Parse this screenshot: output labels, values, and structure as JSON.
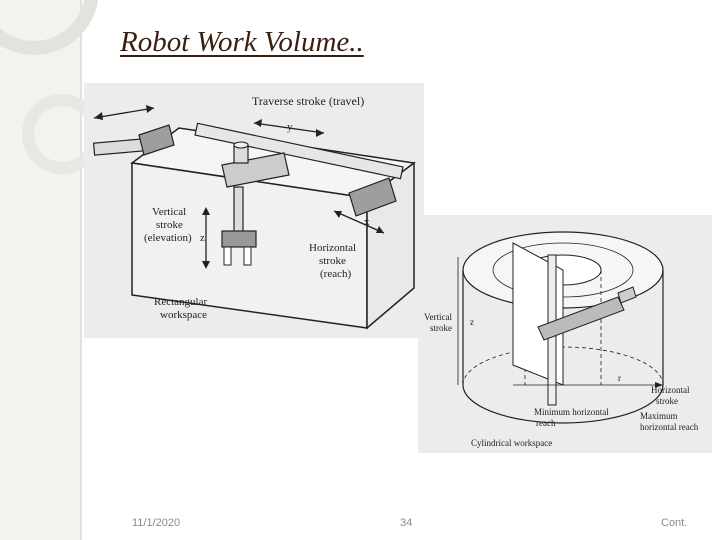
{
  "slide": {
    "title": "Robot Work Volume..",
    "footer": {
      "date": "11/1/2020",
      "page": "34",
      "cont": "Cont."
    }
  },
  "figure_rect": {
    "label_traverse": "Traverse stroke (travel)",
    "label_y": "y",
    "label_vertical": [
      "Vertical",
      "stroke",
      "(elevation)"
    ],
    "label_z": "z",
    "label_x": "x",
    "label_horizontal": [
      "Horizontal",
      "stroke",
      "(reach)"
    ],
    "label_workspace": [
      "Rectangular",
      "workspace"
    ]
  },
  "figure_cyl": {
    "label_vertical": [
      "Vertical",
      "stroke"
    ],
    "label_z": "z",
    "label_r": "r",
    "label_horizontal": [
      "Horizontal",
      "stroke"
    ],
    "label_min": [
      "Minimum horizontal",
      "reach"
    ],
    "label_max": [
      "Maximum",
      "horizontal reach"
    ],
    "label_workspace": "Cylindrical workspace"
  }
}
